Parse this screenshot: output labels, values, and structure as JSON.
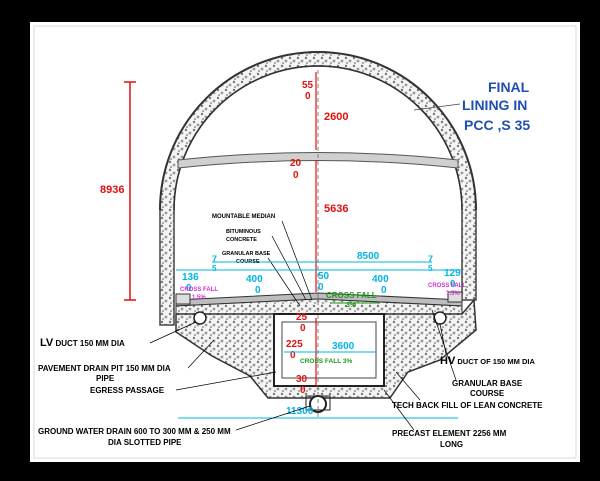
{
  "colors": {
    "outer_background": "#000000",
    "panel": "#ffffff",
    "lining": "#666666",
    "dimension_red": "#e01010",
    "dimension_cyan": "#00b4e6",
    "final_lining_text": "#1f4fb4",
    "crossfall_green": "#1a9a1a",
    "crossfall_magenta": "#d030d0",
    "label_black": "#000000"
  },
  "dimensions": {
    "overall_height": "8936",
    "crown_55": "55",
    "crown_0": "0",
    "crown_to_lining": "2600",
    "mid_20": "20",
    "mid_0": "0",
    "height_5636": "5636",
    "carriageway_width": "8500",
    "left_7": "7",
    "left_5": "5",
    "right_7": "7",
    "right_5": "5",
    "left_136": "136",
    "left_136_0": "0",
    "left_400": "400",
    "left_400_0": "0",
    "center_50": "50",
    "center_50_0": "0",
    "right_400": "400",
    "right_400_0": "0",
    "right_129": "129",
    "right_129_0": "0",
    "dim_25": "25",
    "dim_25_0": "0",
    "dim_225": "225",
    "dim_225_0": "0",
    "width_3600": "3600",
    "dim_30": "30",
    "dim_30_0": "0",
    "overall_width": "11300"
  },
  "labels": {
    "final_lining_line1": "FINAL",
    "final_lining_line2": "LINING IN",
    "final_lining_line3": "PCC ,S 35",
    "mountable_median": "MOUNTABLE MEDIAN",
    "bituminous_line1": "BITUMINOUS",
    "bituminous_line2": "CONCRETE",
    "granular_base_line1": "GRANULAR BASE",
    "granular_base_line2": "COURSE",
    "cross_fall_center": "CROSS FALL",
    "cross_fall_center_value": "3%",
    "cross_fall_left": "CROSS FALL",
    "cross_fall_left_value": "1.5%",
    "cross_fall_right": "CROSS FALL",
    "cross_fall_right_value": "1.5%",
    "cross_fall_drain": "CROSS FALL 3%",
    "lv_big": "LV",
    "lv_rest": " DUCT 150 MM DIA",
    "pavement_drain_line1": "PAVEMENT DRAIN PIT 150 MM DIA",
    "pavement_drain_line2": "PIPE",
    "egress_passage": "EGRESS PASSAGE",
    "hv_big": "HV",
    "hv_rest": " DUCT OF 150 MM DIA",
    "granular_base_right_line1": "GRANULAR BASE",
    "granular_base_right_line2": "COURSE",
    "tech_back_fill": "TECH  BACK FILL OF LEAN CONCRETE",
    "ground_water_line1": "GROUND WATER DRAIN 600 TO 300 MM & 250 MM",
    "ground_water_line2": "DIA SLOTTED PIPE",
    "precast_line1": "PRECAST  ELEMENT  2256 MM",
    "precast_line2": "LONG"
  }
}
